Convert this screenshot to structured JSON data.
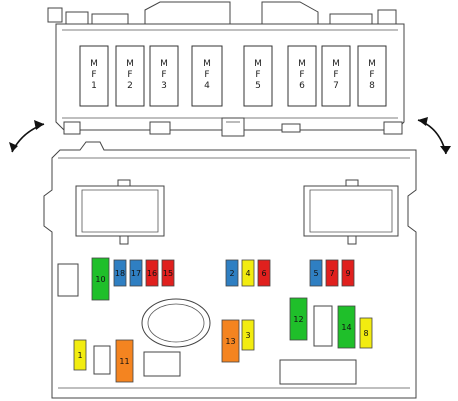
{
  "colors": {
    "green": "#1fbf2a",
    "blue": "#2f7fc2",
    "red": "#e0201e",
    "yellow": "#f2ec10",
    "orange": "#f48420",
    "outline": "#444444"
  },
  "maxi_fuses": [
    {
      "letters": [
        "M",
        "F"
      ],
      "number": "1"
    },
    {
      "letters": [
        "M",
        "F"
      ],
      "number": "2"
    },
    {
      "letters": [
        "M",
        "F"
      ],
      "number": "3"
    },
    {
      "letters": [
        "M",
        "F"
      ],
      "number": "4"
    },
    {
      "letters": [
        "M",
        "F"
      ],
      "number": "5"
    },
    {
      "letters": [
        "M",
        "F"
      ],
      "number": "6"
    },
    {
      "letters": [
        "M",
        "F"
      ],
      "number": "7"
    },
    {
      "letters": [
        "M",
        "F"
      ],
      "number": "8"
    }
  ],
  "fuses": [
    {
      "label": "10",
      "color": "green"
    },
    {
      "label": "18",
      "color": "blue"
    },
    {
      "label": "17",
      "color": "blue"
    },
    {
      "label": "16",
      "color": "red"
    },
    {
      "label": "15",
      "color": "red"
    },
    {
      "label": "2",
      "color": "blue"
    },
    {
      "label": "4",
      "color": "yellow"
    },
    {
      "label": "6",
      "color": "red"
    },
    {
      "label": "5",
      "color": "blue"
    },
    {
      "label": "7",
      "color": "red"
    },
    {
      "label": "9",
      "color": "red"
    },
    {
      "label": "12",
      "color": "green"
    },
    {
      "label": "14",
      "color": "green"
    },
    {
      "label": "8",
      "color": "yellow"
    },
    {
      "label": "3",
      "color": "yellow"
    },
    {
      "label": "13",
      "color": "orange"
    },
    {
      "label": "1",
      "color": "yellow"
    },
    {
      "label": "11",
      "color": "orange"
    }
  ],
  "icons": [
    "rotate-left-arrow-icon",
    "rotate-right-arrow-icon"
  ]
}
